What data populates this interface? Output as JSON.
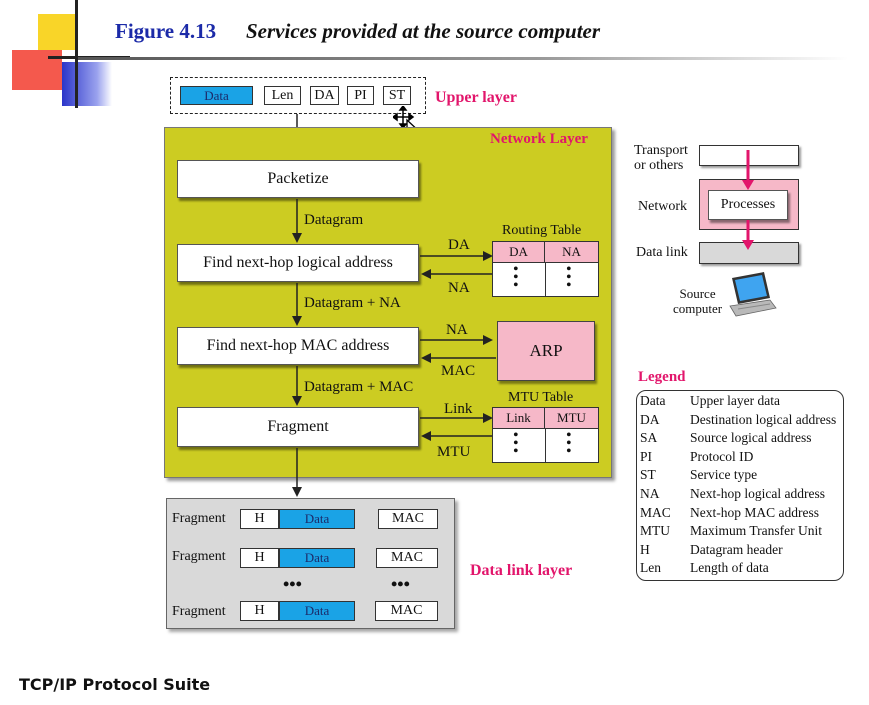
{
  "header": {
    "figure_number": "Figure 4.13",
    "title": "Services provided at the source computer"
  },
  "upper_layer": {
    "label": "Upper layer",
    "fields": [
      "Data",
      "Len",
      "DA",
      "PI",
      "ST"
    ]
  },
  "network_layer": {
    "label": "Network Layer",
    "steps": [
      "Packetize",
      "Find next-hop logical address",
      "Find next-hop MAC address",
      "Fragment"
    ],
    "arrow_labels": [
      "Datagram",
      "Datagram + NA",
      "Datagram + MAC"
    ],
    "routing_table": {
      "title": "Routing Table",
      "headers": [
        "DA",
        "NA"
      ],
      "in_label": "DA",
      "out_label": "NA"
    },
    "arp": {
      "label": "ARP",
      "in_label": "NA",
      "out_label": "MAC"
    },
    "mtu_table": {
      "title": "MTU Table",
      "headers": [
        "Link",
        "MTU"
      ],
      "in_label": "Link",
      "out_label": "MTU"
    }
  },
  "data_link_layer": {
    "label": "Data link layer",
    "fragment_label": "Fragment",
    "header_label": "H",
    "data_label": "Data",
    "trailer_label": "MAC",
    "ellipsis": "•••"
  },
  "side_stack": {
    "transport_label": "Transport\nor others",
    "network_label": "Network",
    "datalink_label": "Data link",
    "processes_label": "Processes",
    "computer_label": "Source\ncomputer"
  },
  "legend": {
    "title": "Legend",
    "rows": [
      {
        "abbr": "Data",
        "desc": "Upper layer data"
      },
      {
        "abbr": "DA",
        "desc": "Destination logical address"
      },
      {
        "abbr": "SA",
        "desc": "Source logical address"
      },
      {
        "abbr": "PI",
        "desc": "Protocol ID"
      },
      {
        "abbr": "ST",
        "desc": "Service type"
      },
      {
        "abbr": "NA",
        "desc": "Next-hop logical address"
      },
      {
        "abbr": "MAC",
        "desc": "Next-hop MAC address"
      },
      {
        "abbr": "MTU",
        "desc": "Maximum Transfer Unit"
      },
      {
        "abbr": "H",
        "desc": "Datagram header"
      },
      {
        "abbr": "Len",
        "desc": "Length of data"
      }
    ]
  },
  "footer": {
    "text": "TCP/IP Protocol Suite"
  },
  "colors": {
    "network_bg": "#cccc22",
    "pink": "#f6b8c8",
    "data_blue": "#1aa3e6",
    "accent": "#e2156b",
    "title_blue": "#1b2aa8"
  }
}
